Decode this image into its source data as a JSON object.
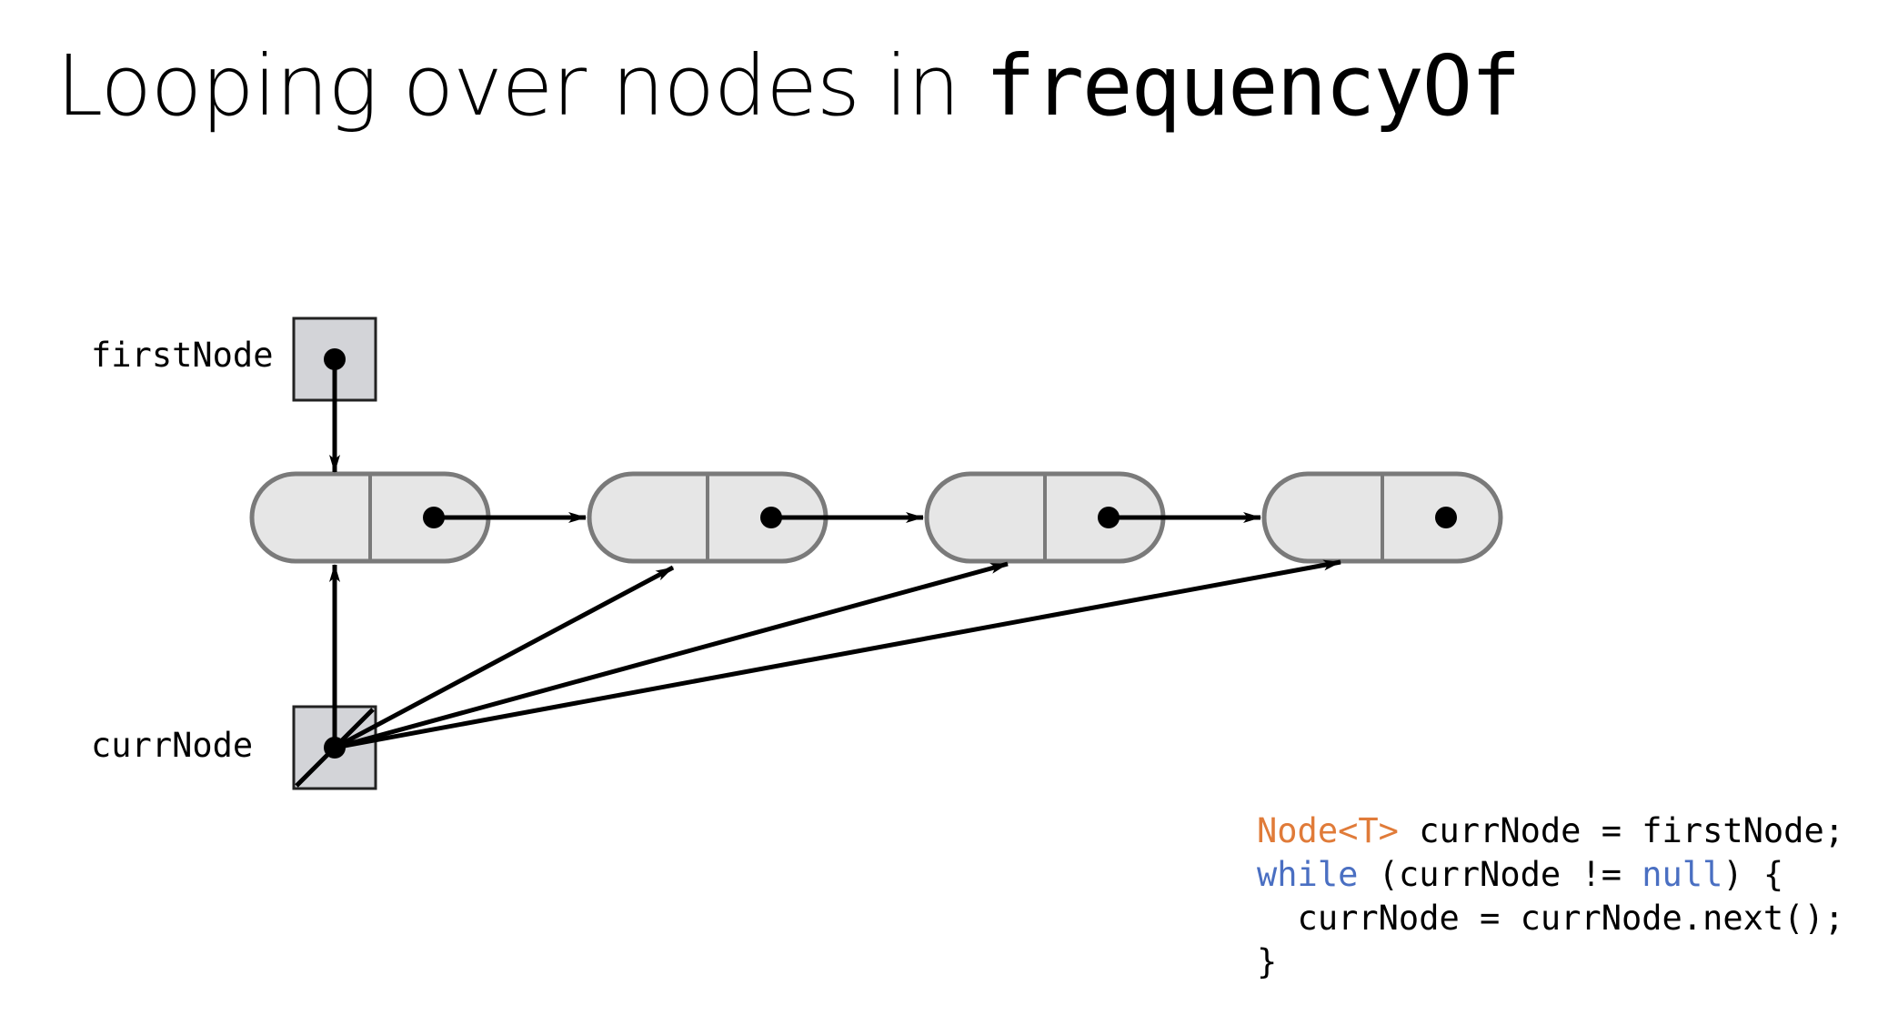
{
  "title": {
    "prefix": "Looping over nodes in ",
    "code": "frequencyOf"
  },
  "diagram": {
    "labels": {
      "first_node": "firstNode",
      "curr_node": "currNode"
    },
    "node_count": 4,
    "colors": {
      "node_fill": "#e6e6e6",
      "node_stroke": "#7a7a7a",
      "ref_box_fill": "#d3d4d8",
      "ref_box_stroke": "#222222",
      "arrow": "#000000"
    }
  },
  "code": {
    "line1": {
      "type": "Node<T>",
      "rest": " currNode = firstNode;"
    },
    "line2": {
      "keyword": "while",
      "mid": " (currNode != ",
      "literal": "null",
      "end": ") {"
    },
    "line3": "  currNode = currNode.next();",
    "line4": "}",
    "colors": {
      "type": "#e07b39",
      "keyword": "#4a6fc2"
    }
  }
}
